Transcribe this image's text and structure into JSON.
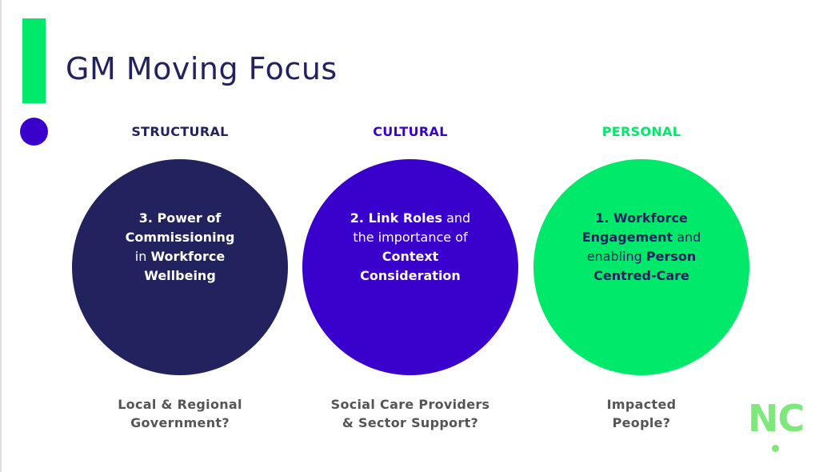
{
  "title": "GM Moving Focus",
  "colors": {
    "navy": "#22225e",
    "purple": "#3a00cc",
    "green": "#00e96a",
    "logo": "#7ee87a"
  },
  "columns": [
    {
      "heading": "STRUCTURAL",
      "lines": [
        [
          {
            "t": "3. Power of",
            "b": true
          }
        ],
        [
          {
            "t": "Commissioning",
            "b": true
          }
        ],
        [
          {
            "t": "in ",
            "b": false
          },
          {
            "t": "Workforce",
            "b": true
          }
        ],
        [
          {
            "t": "Wellbeing",
            "b": true
          }
        ]
      ],
      "footer": [
        "Local & Regional",
        "Government?"
      ]
    },
    {
      "heading": "CULTURAL",
      "lines": [
        [
          {
            "t": "2. Link Roles",
            "b": true
          },
          {
            "t": " and",
            "b": false
          }
        ],
        [
          {
            "t": "the importance of",
            "b": false
          }
        ],
        [
          {
            "t": "Context",
            "b": true
          }
        ],
        [
          {
            "t": "Consideration",
            "b": true
          }
        ]
      ],
      "footer": [
        "Social Care Providers",
        "& Sector Support?"
      ]
    },
    {
      "heading": "PERSONAL",
      "lines": [
        [
          {
            "t": "1. Workforce",
            "b": true
          }
        ],
        [
          {
            "t": "Engagement",
            "b": true
          },
          {
            "t": " and",
            "b": false
          }
        ],
        [
          {
            "t": "enabling ",
            "b": false
          },
          {
            "t": "Person",
            "b": true
          }
        ],
        [
          {
            "t": "Centred-Care",
            "b": true
          }
        ]
      ],
      "footer": [
        "Impacted",
        "People?"
      ]
    }
  ],
  "logo": "NC"
}
